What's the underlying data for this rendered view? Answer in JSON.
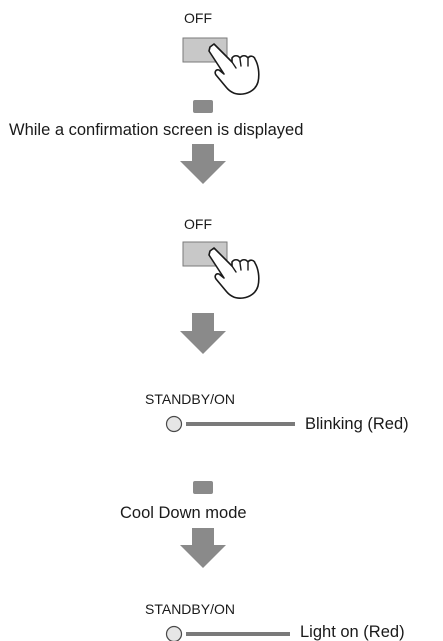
{
  "diagram": {
    "step1": {
      "button_label": "OFF"
    },
    "note1": "While a confirmation screen is displayed",
    "step2": {
      "button_label": "OFF"
    },
    "indicator1": {
      "label": "STANDBY/ON",
      "status": "Blinking (Red)"
    },
    "note2": "Cool Down mode",
    "indicator2": {
      "label": "STANDBY/ON",
      "status": "Light on (Red)"
    }
  },
  "colors": {
    "arrow": "#8a8a8a",
    "button_fill": "#c8c8c8",
    "indicator_fill": "#e6e6e6",
    "text": "#1a1a1a"
  },
  "icons": [
    "pointing-hand-icon",
    "down-arrow-icon",
    "indicator-lamp-icon"
  ]
}
